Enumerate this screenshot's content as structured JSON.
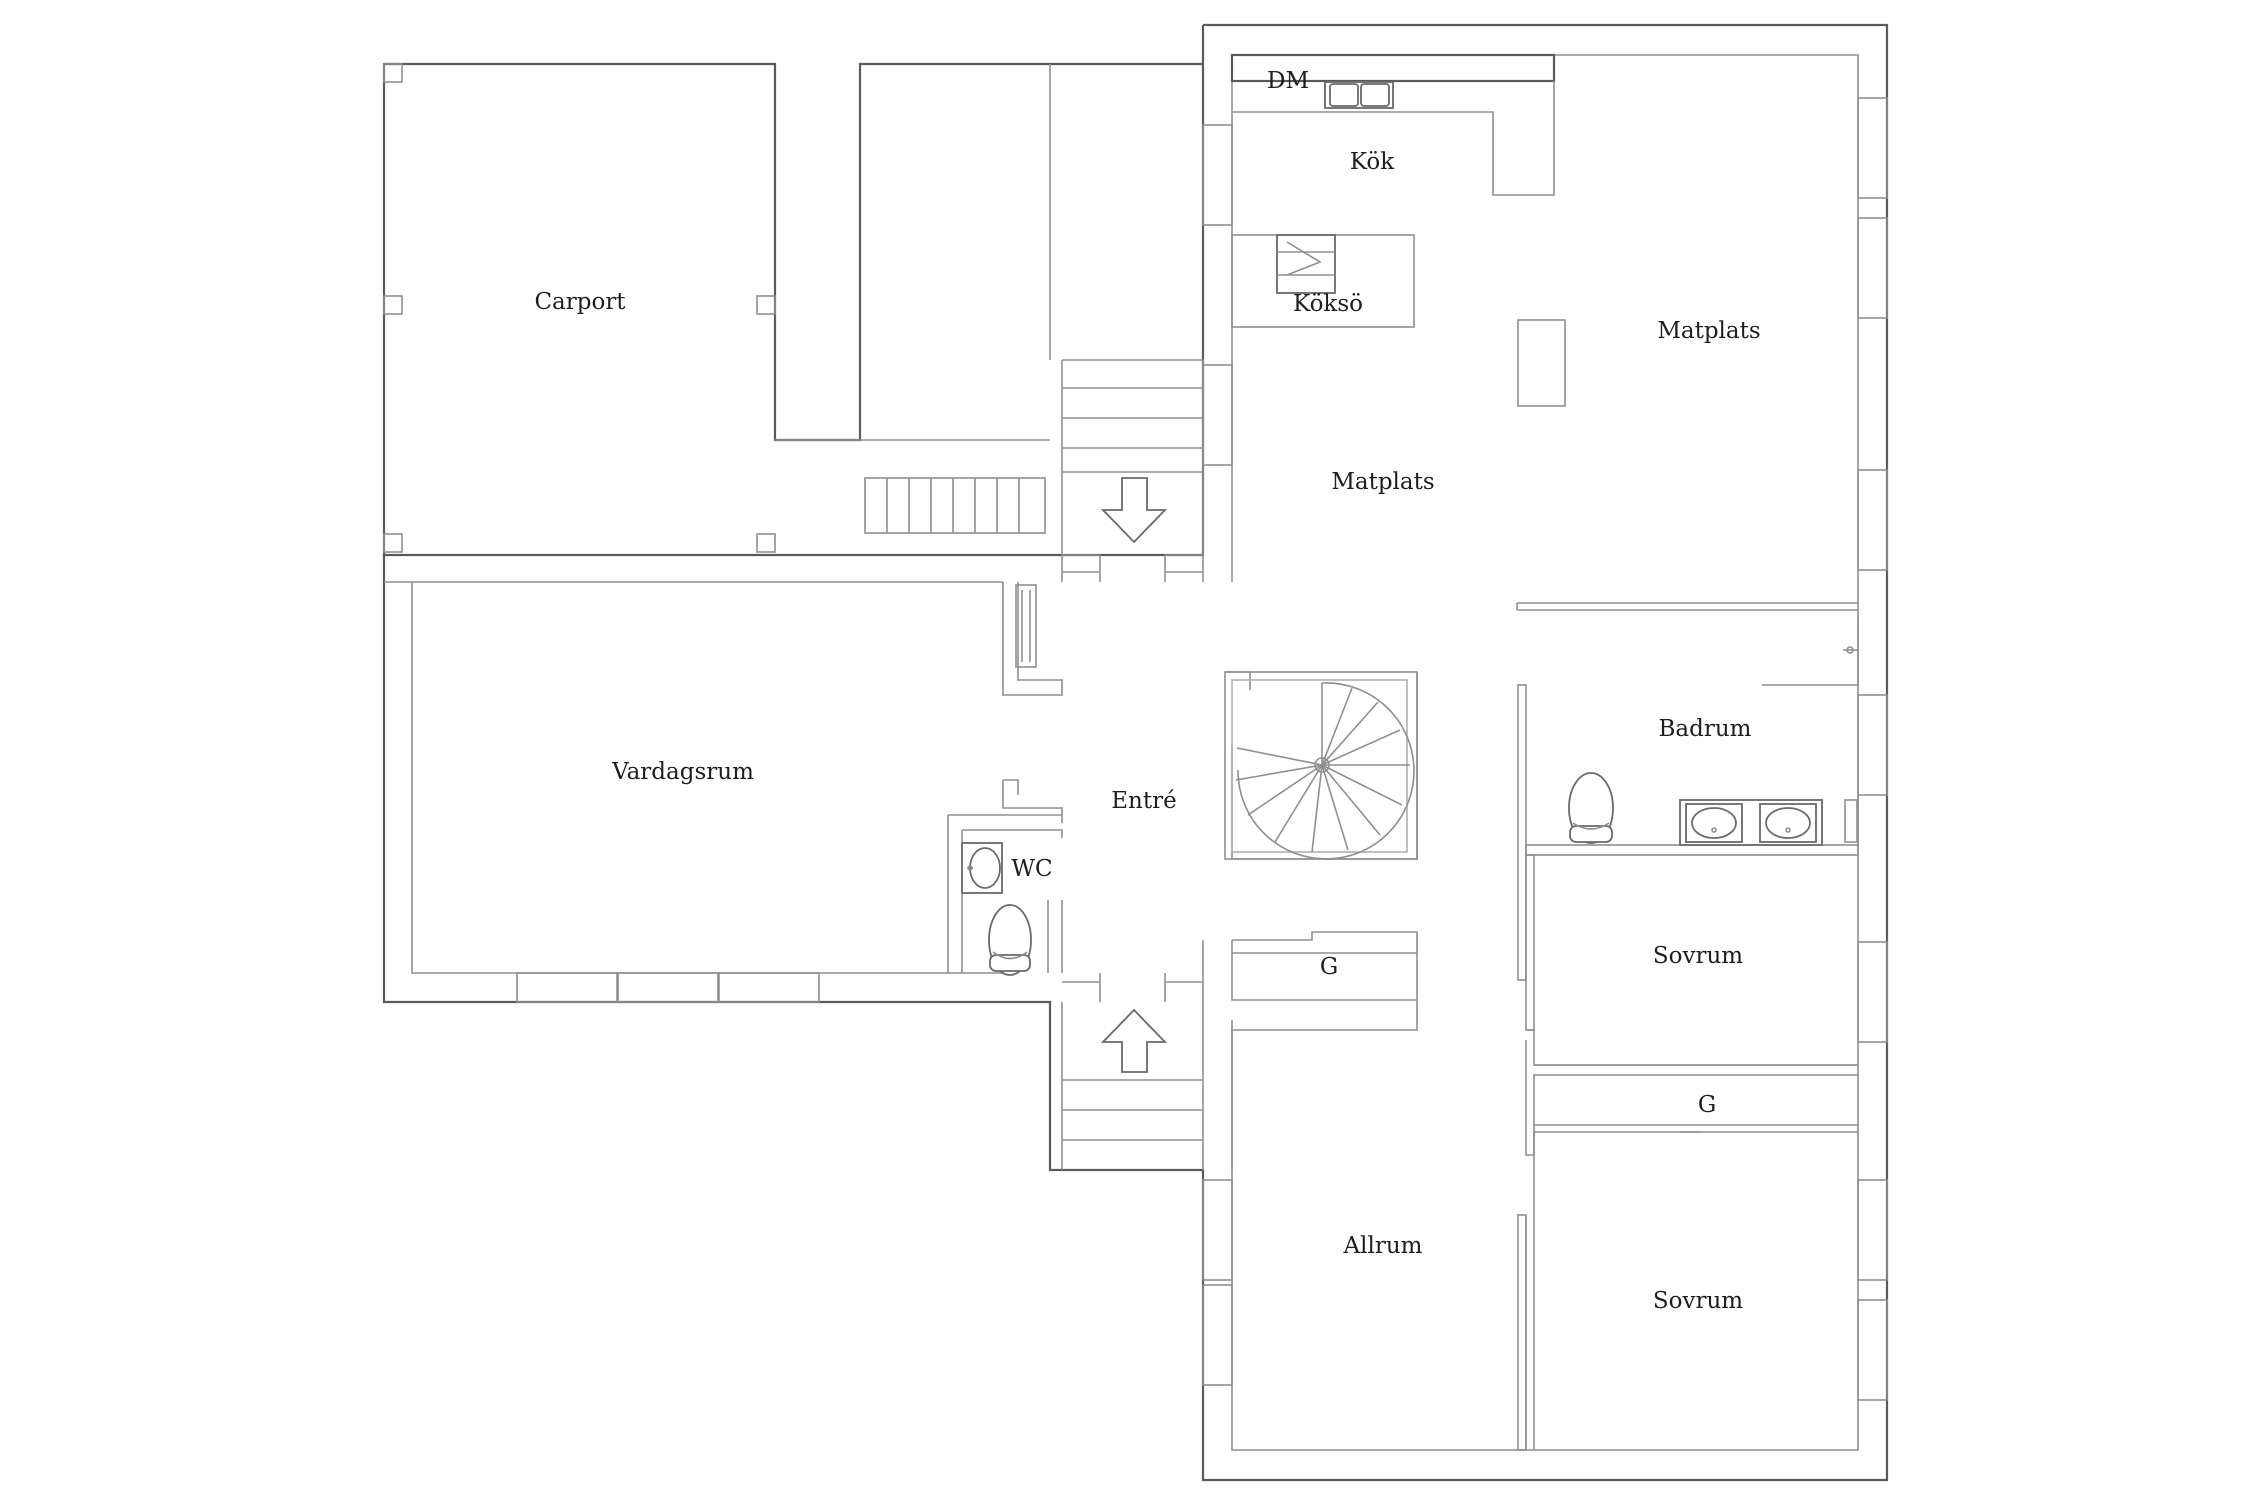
{
  "rooms": {
    "carport": "Carport",
    "dm": "DM",
    "kok": "Kök",
    "koksö": "Köksö",
    "matplats_1": "Matplats",
    "matplats_2": "Matplats",
    "vardagsrum": "Vardagsrum",
    "entre": "Entré",
    "wc": "WC",
    "badrum": "Badrum",
    "sovrum_1": "Sovrum",
    "g_1": "G",
    "g_2": "G",
    "allrum": "Allrum",
    "sovrum_2": "Sovrum"
  },
  "icons": {
    "stair_arrow_down": "arrow-down-icon",
    "stair_arrow_up": "arrow-up-icon",
    "spiral_stair": "spiral-stair-icon",
    "toilet": "toilet-icon",
    "sink": "sink-icon",
    "stove": "stove-icon"
  },
  "colors": {
    "wall": "#5a5a5a",
    "background": "#ffffff"
  }
}
